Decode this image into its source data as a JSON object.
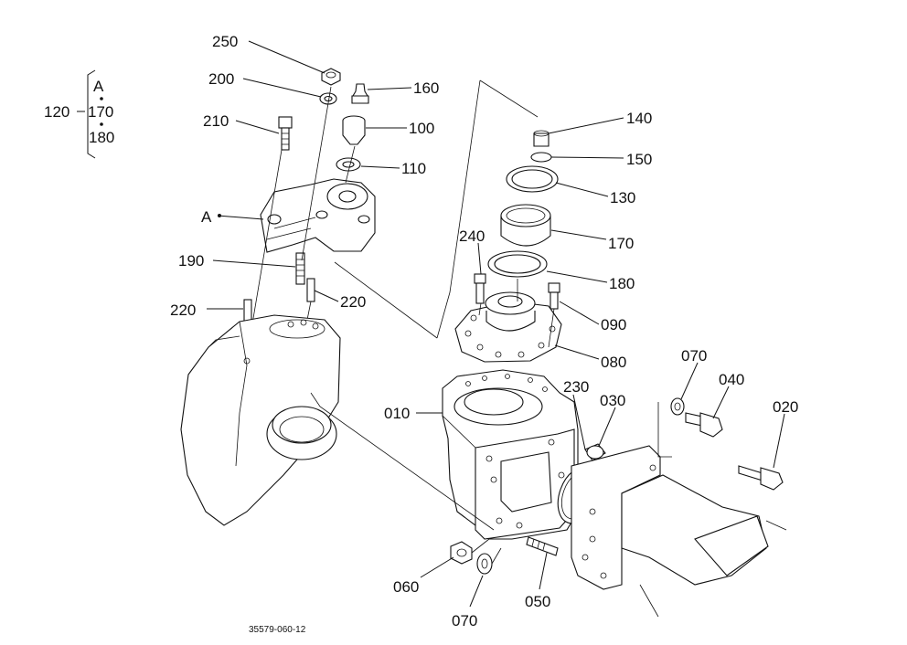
{
  "parts": [
    {
      "id": "250",
      "label": "250"
    },
    {
      "id": "200",
      "label": "200"
    },
    {
      "id": "160",
      "label": "160"
    },
    {
      "id": "210",
      "label": "210"
    },
    {
      "id": "100",
      "label": "100"
    },
    {
      "id": "110",
      "label": "110"
    },
    {
      "id": "140",
      "label": "140"
    },
    {
      "id": "150",
      "label": "150"
    },
    {
      "id": "130",
      "label": "130"
    },
    {
      "id": "170",
      "label": "170"
    },
    {
      "id": "240",
      "label": "240"
    },
    {
      "id": "180",
      "label": "180"
    },
    {
      "id": "190",
      "label": "190"
    },
    {
      "id": "220a",
      "label": "220"
    },
    {
      "id": "220b",
      "label": "220"
    },
    {
      "id": "090",
      "label": "090"
    },
    {
      "id": "080",
      "label": "080"
    },
    {
      "id": "070a",
      "label": "070"
    },
    {
      "id": "040",
      "label": "040"
    },
    {
      "id": "020",
      "label": "020"
    },
    {
      "id": "230",
      "label": "230"
    },
    {
      "id": "030",
      "label": "030"
    },
    {
      "id": "010",
      "label": "010"
    },
    {
      "id": "060",
      "label": "060"
    },
    {
      "id": "070b",
      "label": "070"
    },
    {
      "id": "050",
      "label": "050"
    }
  ],
  "assembly_key": {
    "code": "120",
    "marker": "A",
    "members": [
      "170",
      "180"
    ]
  },
  "callout_A": "A",
  "drawing_number": "35579-060-12"
}
